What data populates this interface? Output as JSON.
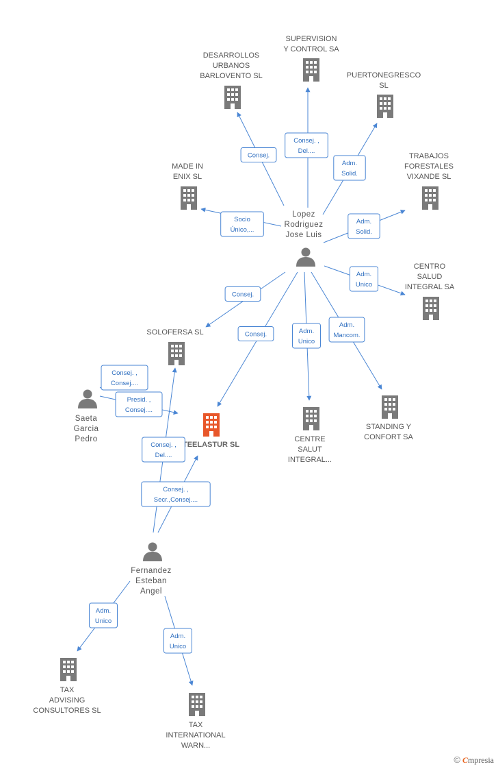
{
  "colors": {
    "edge": "#4a86d4",
    "company_icon": "#7a7a7a",
    "focus_company_icon": "#e8572a",
    "person_icon": "#7a7a7a",
    "label_text": "#555555"
  },
  "companies": [
    {
      "id": "supervision",
      "lines": [
        "SUPERVISION",
        "Y CONTROL SA"
      ]
    },
    {
      "id": "desarrollos",
      "lines": [
        "DESARROLLOS",
        "URBANOS",
        "BARLOVENTO SL"
      ]
    },
    {
      "id": "puertonegresco",
      "lines": [
        "PUERTONEGRESCO",
        "SL"
      ]
    },
    {
      "id": "madeinenix",
      "lines": [
        "MADE IN",
        "ENIX SL"
      ]
    },
    {
      "id": "trabajos",
      "lines": [
        "TRABAJOS",
        "FORESTALES",
        "VIXANDE SL"
      ]
    },
    {
      "id": "centrosalud",
      "lines": [
        "CENTRO",
        "SALUD",
        "INTEGRAL SA"
      ]
    },
    {
      "id": "solofersa",
      "lines": [
        "SOLOFERSA SL"
      ]
    },
    {
      "id": "teelastur",
      "lines": [
        "TEELASTUR SL"
      ],
      "focus": true
    },
    {
      "id": "centresalut",
      "lines": [
        "CENTRE",
        "SALUT",
        "INTEGRAL..."
      ]
    },
    {
      "id": "standing",
      "lines": [
        "STANDING Y",
        "CONFORT SA"
      ]
    },
    {
      "id": "taxadvising",
      "lines": [
        "TAX",
        "ADVISING",
        "CONSULTORES SL"
      ]
    },
    {
      "id": "taxintl",
      "lines": [
        "TAX",
        "INTERNATIONAL",
        "WARN..."
      ]
    }
  ],
  "persons": [
    {
      "id": "lopez",
      "lines": [
        "Lopez",
        "Rodriguez",
        "Jose Luis"
      ]
    },
    {
      "id": "saeta",
      "lines": [
        "Saeta",
        "Garcia",
        "Pedro"
      ]
    },
    {
      "id": "fernandez",
      "lines": [
        "Fernandez",
        "Esteban",
        "Angel"
      ]
    }
  ],
  "edges": [
    {
      "from": "lopez",
      "to": "desarrollos",
      "lines": [
        "Consej."
      ]
    },
    {
      "from": "lopez",
      "to": "supervision",
      "lines": [
        "Consej. ,",
        "Del...."
      ]
    },
    {
      "from": "lopez",
      "to": "puertonegresco",
      "lines": [
        "Adm.",
        "Solid."
      ]
    },
    {
      "from": "lopez",
      "to": "madeinenix",
      "lines": [
        "Socio",
        "Único,..."
      ]
    },
    {
      "from": "lopez",
      "to": "trabajos",
      "lines": [
        "Adm.",
        "Solid."
      ]
    },
    {
      "from": "lopez",
      "to": "centrosalud",
      "lines": [
        "Adm.",
        "Unico"
      ]
    },
    {
      "from": "lopez",
      "to": "solofersa",
      "lines": [
        "Consej."
      ]
    },
    {
      "from": "lopez",
      "to": "teelastur",
      "lines": [
        "Consej."
      ]
    },
    {
      "from": "lopez",
      "to": "centresalut",
      "lines": [
        "Adm.",
        "Unico"
      ]
    },
    {
      "from": "lopez",
      "to": "standing",
      "lines": [
        "Adm.",
        "Mancom."
      ]
    },
    {
      "from": "saeta",
      "to": "solofersa",
      "lines": [
        "Consej. ,",
        "Consej...."
      ]
    },
    {
      "from": "saeta",
      "to": "teelastur",
      "lines": [
        "Presid. ,",
        "Consej...."
      ]
    },
    {
      "from": "fernandez",
      "to": "solofersa",
      "lines": [
        "Consej. ,",
        "Del...."
      ]
    },
    {
      "from": "fernandez",
      "to": "teelastur",
      "lines": [
        "Consej. ,",
        "Secr.,Consej...."
      ]
    },
    {
      "from": "fernandez",
      "to": "taxadvising",
      "lines": [
        "Adm.",
        "Unico"
      ]
    },
    {
      "from": "fernandez",
      "to": "taxintl",
      "lines": [
        "Adm.",
        "Unico"
      ]
    }
  ],
  "footer": {
    "copyright": "©",
    "brand_initial": "C",
    "brand_rest": "mpresia"
  }
}
